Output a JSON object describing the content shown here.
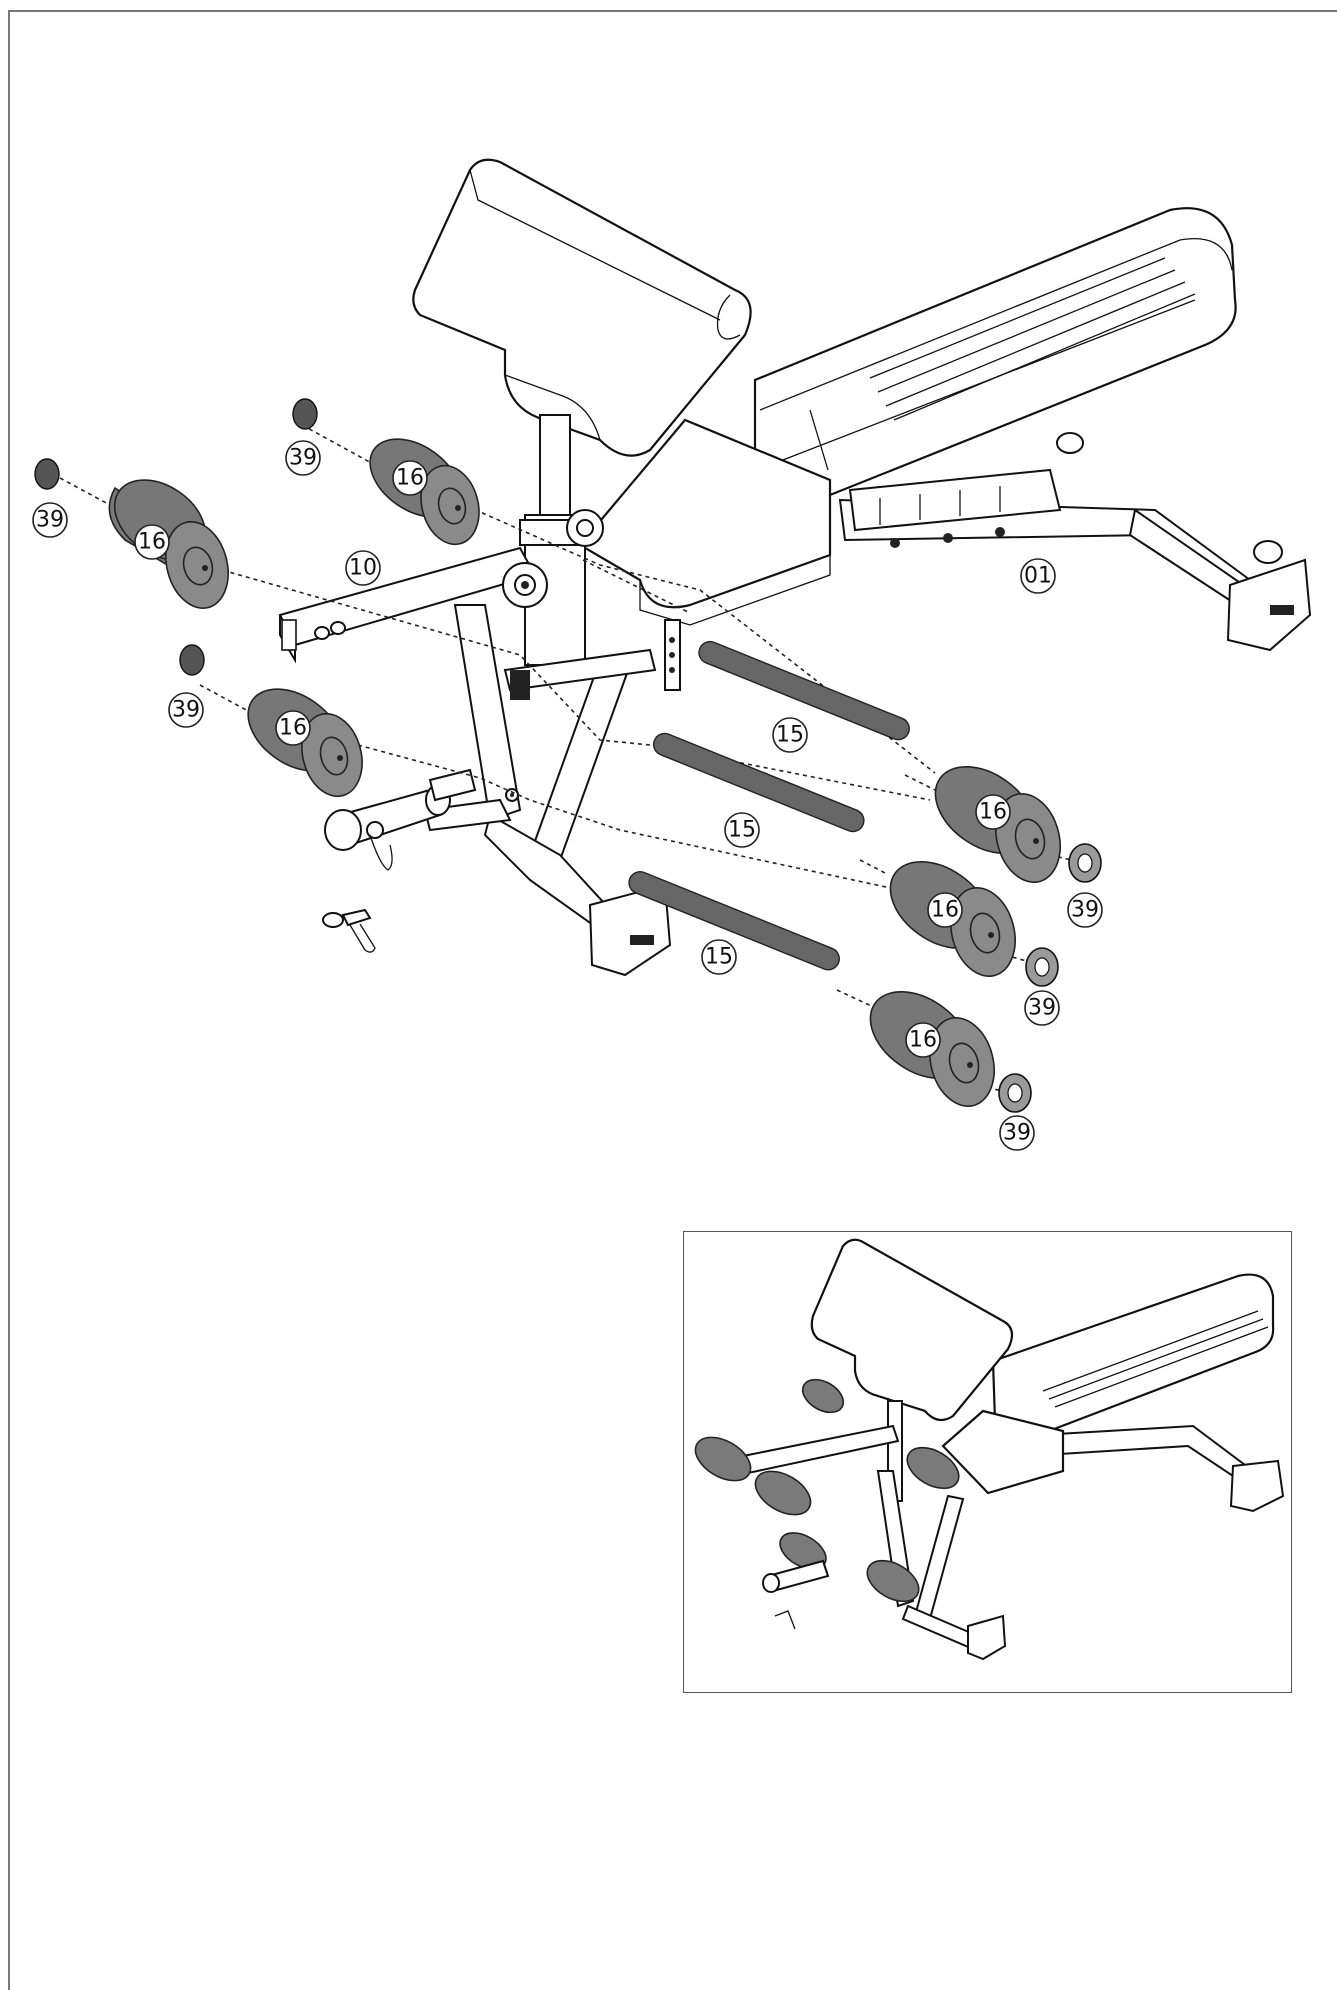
{
  "callouts": {
    "frame": "01",
    "arm": "10",
    "rod": "15",
    "roller": "16",
    "clip": "39"
  },
  "colors": {
    "roller_fill": "#7a7a7a",
    "line": "#111111",
    "background": "#ffffff"
  }
}
